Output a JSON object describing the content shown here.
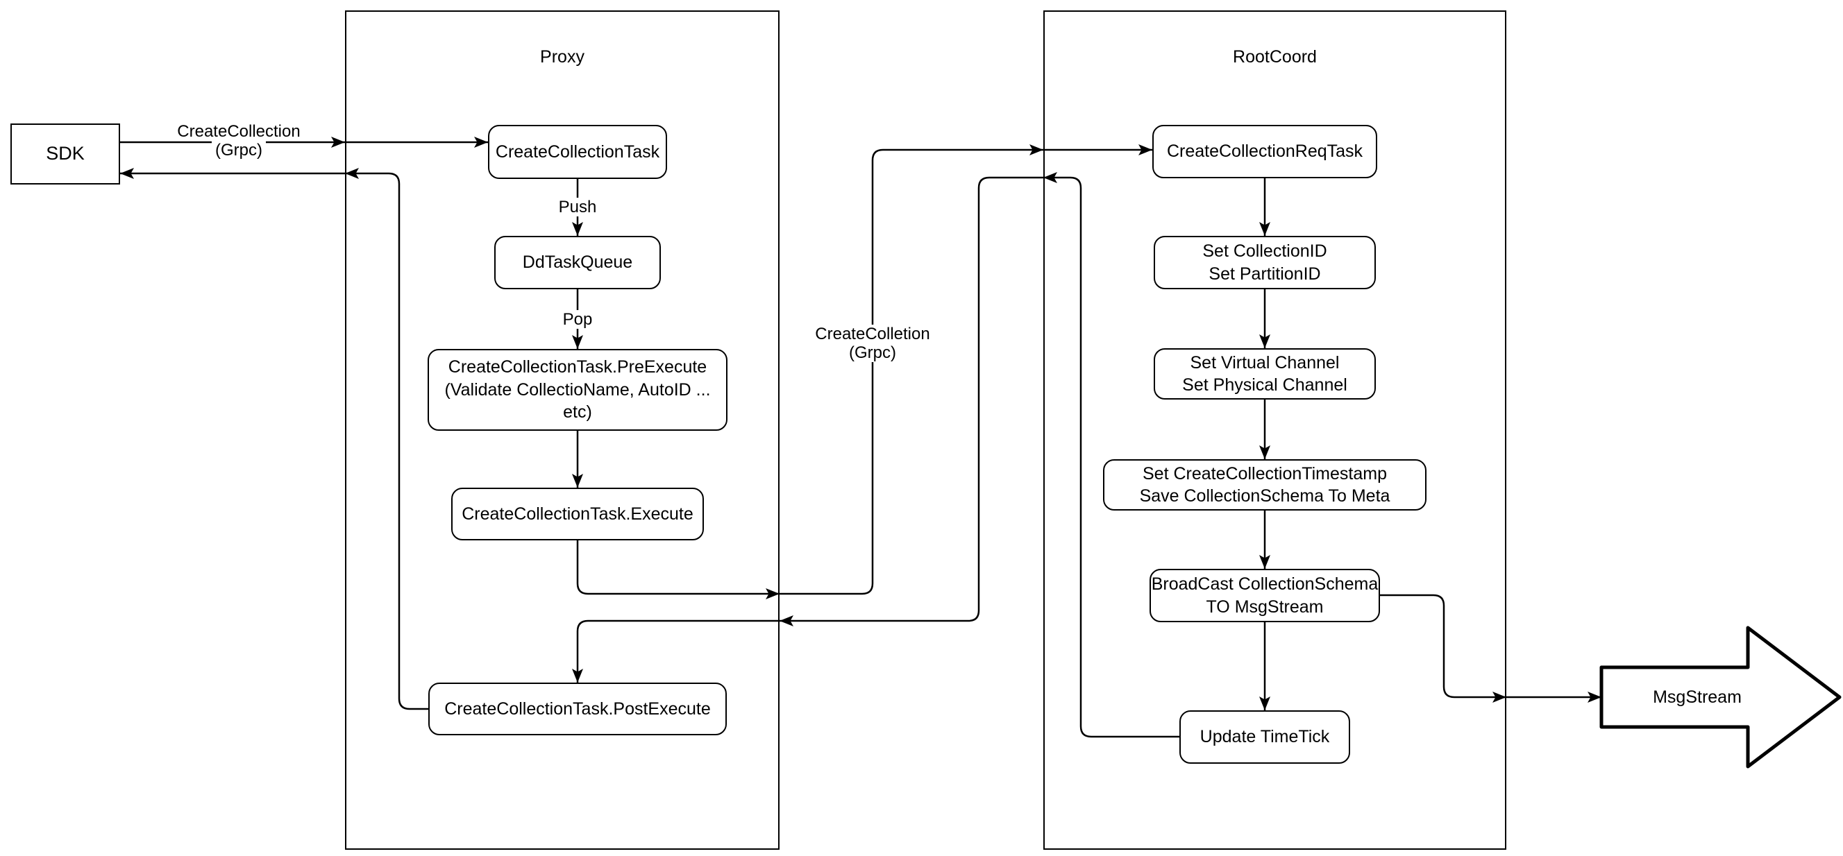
{
  "diagram": {
    "containers": {
      "proxy_title": "Proxy",
      "rootcoord_title": "RootCoord"
    },
    "nodes": {
      "sdk": "SDK",
      "create_collection_task": "CreateCollectionTask",
      "dd_task_queue": "DdTaskQueue",
      "pre_execute": "CreateCollectionTask.PreExecute\n(Validate CollectioName, AutoID ... etc)",
      "execute": "CreateCollectionTask.Execute",
      "post_execute": "CreateCollectionTask.PostExecute",
      "create_collection_req_task": "CreateCollectionReqTask",
      "set_ids": "Set CollectionID\nSet PartitionID",
      "set_channels": "Set Virtual Channel\nSet Physical Channel",
      "set_timestamp": "Set CreateCollectionTimestamp\nSave CollectionSchema To Meta",
      "broadcast": "BroadCast CollectionSchema\nTO MsgStream",
      "update_timetick": "Update TimeTick",
      "msgstream": "MsgStream"
    },
    "edge_labels": {
      "sdk_grpc_line1": "CreateCollection",
      "sdk_grpc_line2": "(Grpc)",
      "push": "Push",
      "pop": "Pop",
      "proxy_grpc_line1": "CreateColletion",
      "proxy_grpc_line2": "(Grpc)"
    },
    "colors": {
      "line": "#000000",
      "background": "#ffffff",
      "node_fill": "#ffffff"
    }
  }
}
